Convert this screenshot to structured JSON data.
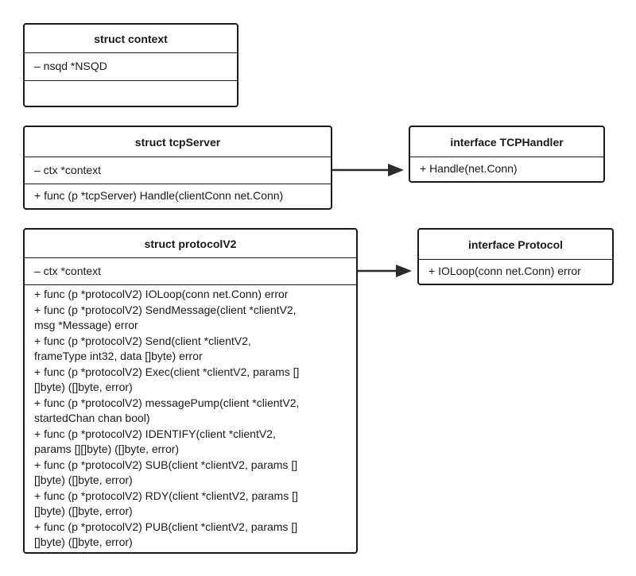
{
  "context": {
    "title": "struct context",
    "attributes": [
      "– nsqd *NSQD"
    ],
    "methods": []
  },
  "tcpServer": {
    "title": "struct tcpServer",
    "attributes": [
      "–  ctx *context"
    ],
    "methods": [
      "+ func (p *tcpServer) Handle(clientConn net.Conn)"
    ]
  },
  "tcpHandler": {
    "title": "interface TCPHandler",
    "methods": [
      "+  Handle(net.Conn)"
    ]
  },
  "protocolV2": {
    "title": "struct protocolV2",
    "attributes": [
      "–  ctx *context"
    ],
    "methods": [
      "+ func (p *protocolV2) IOLoop(conn net.Conn) error",
      "+ func (p *protocolV2) SendMessage(client *clientV2,",
      "msg *Message) error",
      "+ func (p *protocolV2) Send(client *clientV2,",
      "frameType int32, data []byte) error",
      "+ func (p *protocolV2) Exec(client *clientV2, params []",
      "[]byte) ([]byte, error)",
      "+ func (p *protocolV2) messagePump(client *clientV2,",
      "startedChan chan bool)",
      "+ func (p *protocolV2) IDENTIFY(client *clientV2,",
      "params [][]byte) ([]byte, error)",
      "+ func (p *protocolV2) SUB(client *clientV2, params []",
      "[]byte) ([]byte, error)",
      "+ func (p *protocolV2) RDY(client *clientV2, params []",
      "[]byte) ([]byte, error)",
      "+ func (p *protocolV2) PUB(client *clientV2, params []",
      "[]byte) ([]byte, error)"
    ]
  },
  "protocol": {
    "title": "interface Protocol",
    "methods": [
      "+ IOLoop(conn net.Conn) error"
    ]
  }
}
